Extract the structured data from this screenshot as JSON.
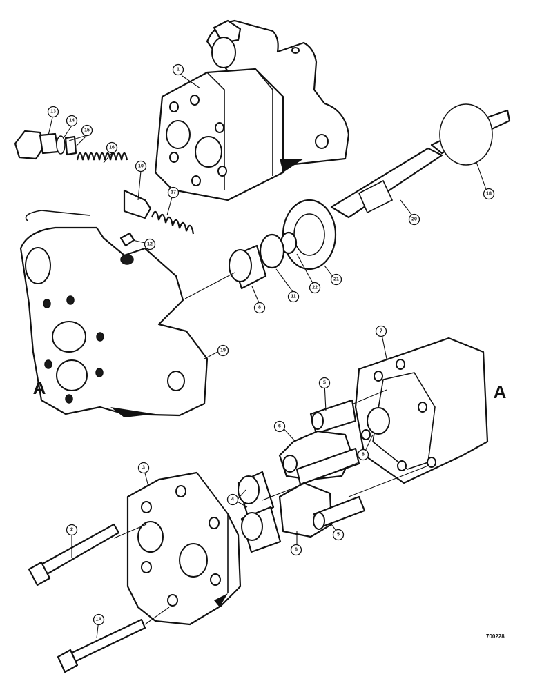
{
  "callouts": {
    "c1": "1",
    "c13": "13",
    "c14": "14",
    "c15": "15",
    "c16": "16",
    "c10": "10",
    "c17": "17",
    "c12": "12",
    "c18": "18",
    "c20": "20",
    "c21": "21",
    "c22": "22",
    "c11": "11",
    "c8a": "8",
    "c19": "19",
    "c7": "7",
    "c5a": "5",
    "c6a": "6",
    "c8b": "8",
    "c3": "3",
    "c4": "4",
    "c2": "2",
    "c6b": "6",
    "c5b": "5",
    "c1a": "1A"
  },
  "markers": {
    "left": "A",
    "right": "A"
  },
  "drawing_code": "700228"
}
